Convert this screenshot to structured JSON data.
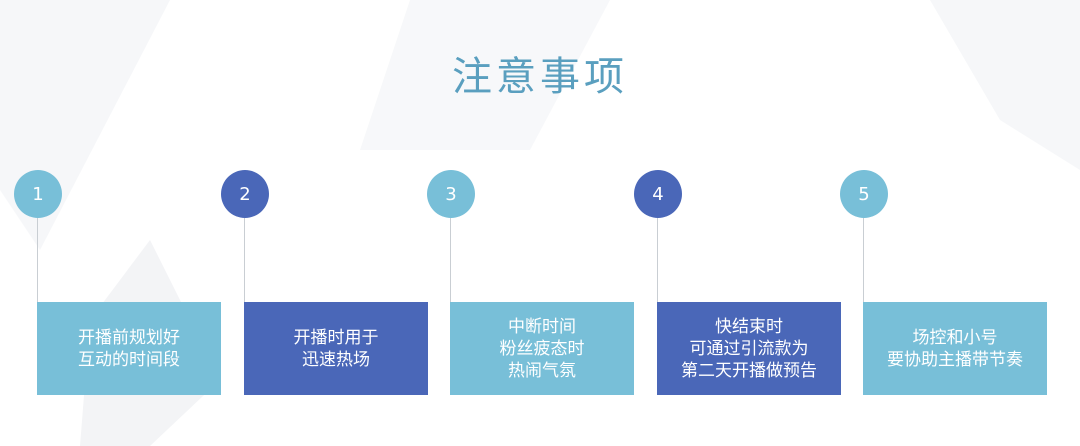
{
  "title": "注意事项",
  "colors": {
    "title": "#5a9fbf",
    "light_step": "#78bfd8",
    "dark_step": "#4a67b8",
    "connector": "#c9ced3"
  },
  "steps": [
    {
      "number": "1",
      "lines": [
        "开播前规划好",
        "互动的时间段"
      ],
      "variant": "light"
    },
    {
      "number": "2",
      "lines": [
        "开播时用于",
        "迅速热场"
      ],
      "variant": "dark"
    },
    {
      "number": "3",
      "lines": [
        "中断时间",
        "粉丝疲态时",
        "热闹气氛"
      ],
      "variant": "light"
    },
    {
      "number": "4",
      "lines": [
        "快结束时",
        "可通过引流款为",
        "第二天开播做预告"
      ],
      "variant": "dark"
    },
    {
      "number": "5",
      "lines": [
        "场控和小号",
        "要协助主播带节奏"
      ],
      "variant": "light"
    }
  ]
}
